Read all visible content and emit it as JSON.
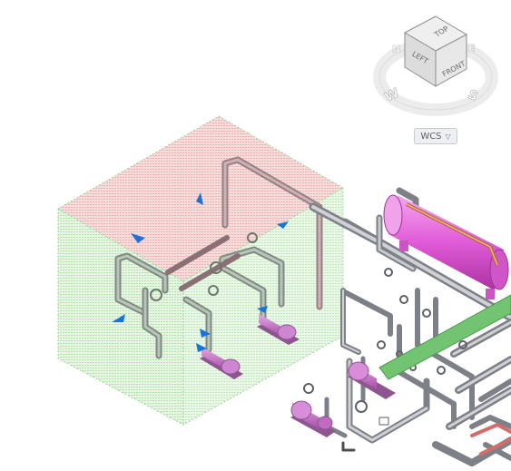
{
  "viewcube": {
    "faces": {
      "top": "TOP",
      "left": "LEFT",
      "front": "FRONT"
    },
    "compass": {
      "north": "N",
      "south": "S",
      "east": "E",
      "west": "W"
    }
  },
  "coordinate_system": {
    "label": "WCS",
    "caret": "▽"
  },
  "colors": {
    "selection_box_top": "#f0b5b5",
    "selection_box_sides": "#bfe9b4",
    "grip": "#1a73d9",
    "pipe": "#8c8f95",
    "vessel": "#e05ad8",
    "pump": "#c96ccd",
    "green_pipe": "#72c472",
    "viewcube_face": "#e6e6e6"
  }
}
